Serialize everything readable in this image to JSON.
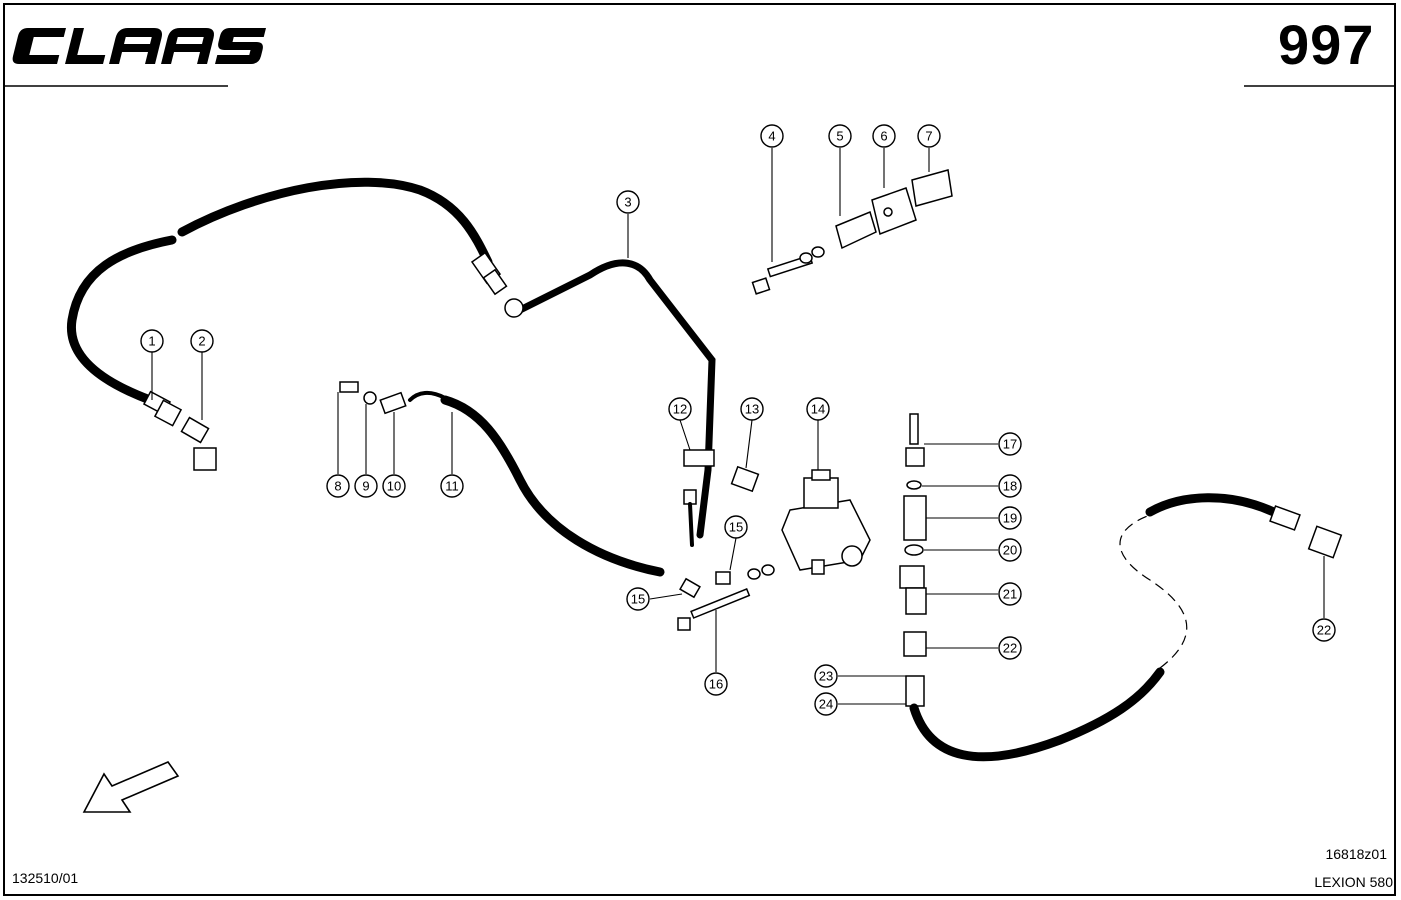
{
  "header": {
    "brand": "CLAAS",
    "page_number": "997"
  },
  "footer": {
    "document_number": "132510/01",
    "drawing_number": "16818z01",
    "model": "LEXION 580"
  },
  "icons": {
    "logo": "claas-logo",
    "direction": "direction-arrow-icon"
  },
  "callouts": [
    {
      "id": "c1",
      "label": "1"
    },
    {
      "id": "c2",
      "label": "2"
    },
    {
      "id": "c3",
      "label": "3"
    },
    {
      "id": "c4",
      "label": "4"
    },
    {
      "id": "c5",
      "label": "5"
    },
    {
      "id": "c6",
      "label": "6"
    },
    {
      "id": "c7",
      "label": "7"
    },
    {
      "id": "c8",
      "label": "8"
    },
    {
      "id": "c9",
      "label": "9"
    },
    {
      "id": "c10",
      "label": "10"
    },
    {
      "id": "c11",
      "label": "11"
    },
    {
      "id": "c12",
      "label": "12"
    },
    {
      "id": "c13",
      "label": "13"
    },
    {
      "id": "c14",
      "label": "14"
    },
    {
      "id": "c15a",
      "label": "15"
    },
    {
      "id": "c15b",
      "label": "15"
    },
    {
      "id": "c16",
      "label": "16"
    },
    {
      "id": "c17",
      "label": "17"
    },
    {
      "id": "c18",
      "label": "18"
    },
    {
      "id": "c19",
      "label": "19"
    },
    {
      "id": "c20",
      "label": "20"
    },
    {
      "id": "c21",
      "label": "21"
    },
    {
      "id": "c22a",
      "label": "22"
    },
    {
      "id": "c22b",
      "label": "22"
    },
    {
      "id": "c23",
      "label": "23"
    },
    {
      "id": "c24",
      "label": "24"
    }
  ]
}
